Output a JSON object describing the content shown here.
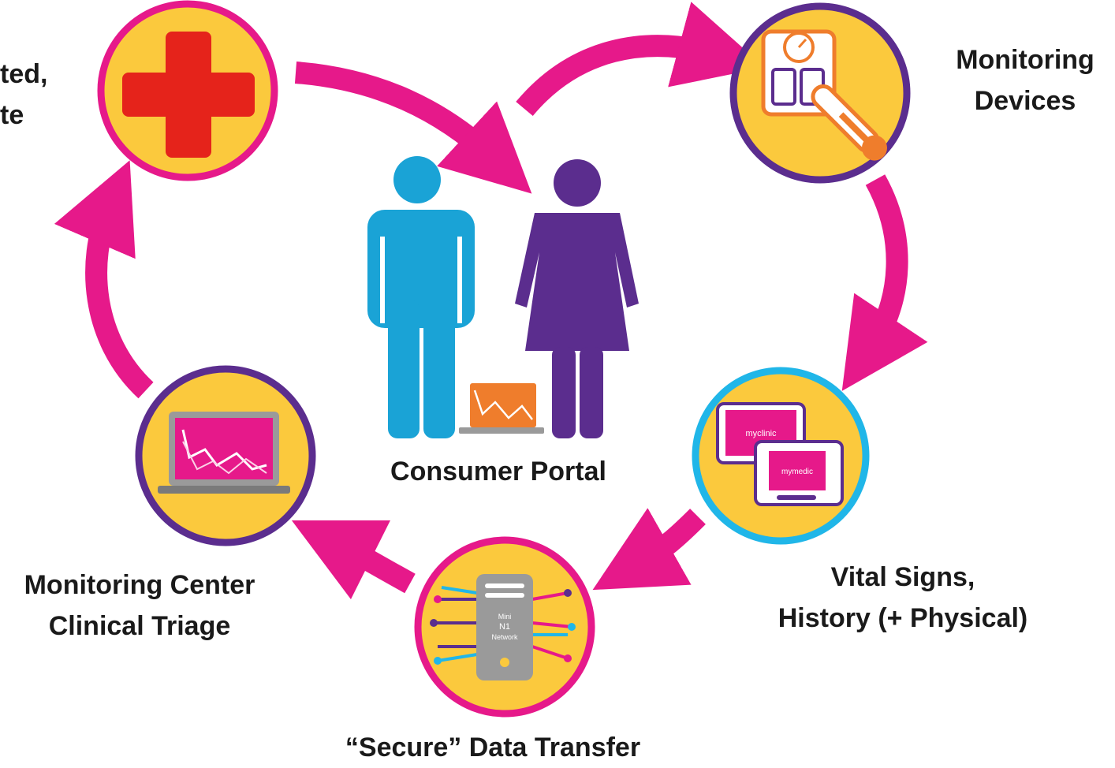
{
  "labels": {
    "top_left": [
      "ted,",
      "te"
    ],
    "monitoring_devices": [
      "Monitoring",
      "Devices"
    ],
    "consumer_portal": "Consumer Portal",
    "vital_signs": [
      "Vital Signs,",
      "History (+ Physical)"
    ],
    "data_transfer": "“Secure” Data Transfer",
    "monitoring_center": [
      "Monitoring Center",
      "Clinical Triage"
    ]
  },
  "icon_text": {
    "tablet_back": "myclinic",
    "tablet_front": "mymedic",
    "server_line1": "Mini",
    "server_line2": "N1",
    "server_line3": "Network"
  },
  "icons": [
    "red-cross-icon",
    "scale-thermometer-icon",
    "tablets-icon",
    "server-icon",
    "laptop-chart-icon",
    "man-icon",
    "woman-icon"
  ],
  "colors": {
    "arrow": "#e6198a",
    "circle_fill": "#fbc93d",
    "ring_magenta": "#e6198a",
    "ring_purple": "#5b2d8e",
    "ring_blue": "#20b6e8",
    "man": "#1aa3d6",
    "woman": "#5b2d8e",
    "cross": "#e5231b",
    "laptop_orange": "#ef7d2c",
    "screen_pink": "#e6198a",
    "server_grey": "#9a9a9a"
  }
}
